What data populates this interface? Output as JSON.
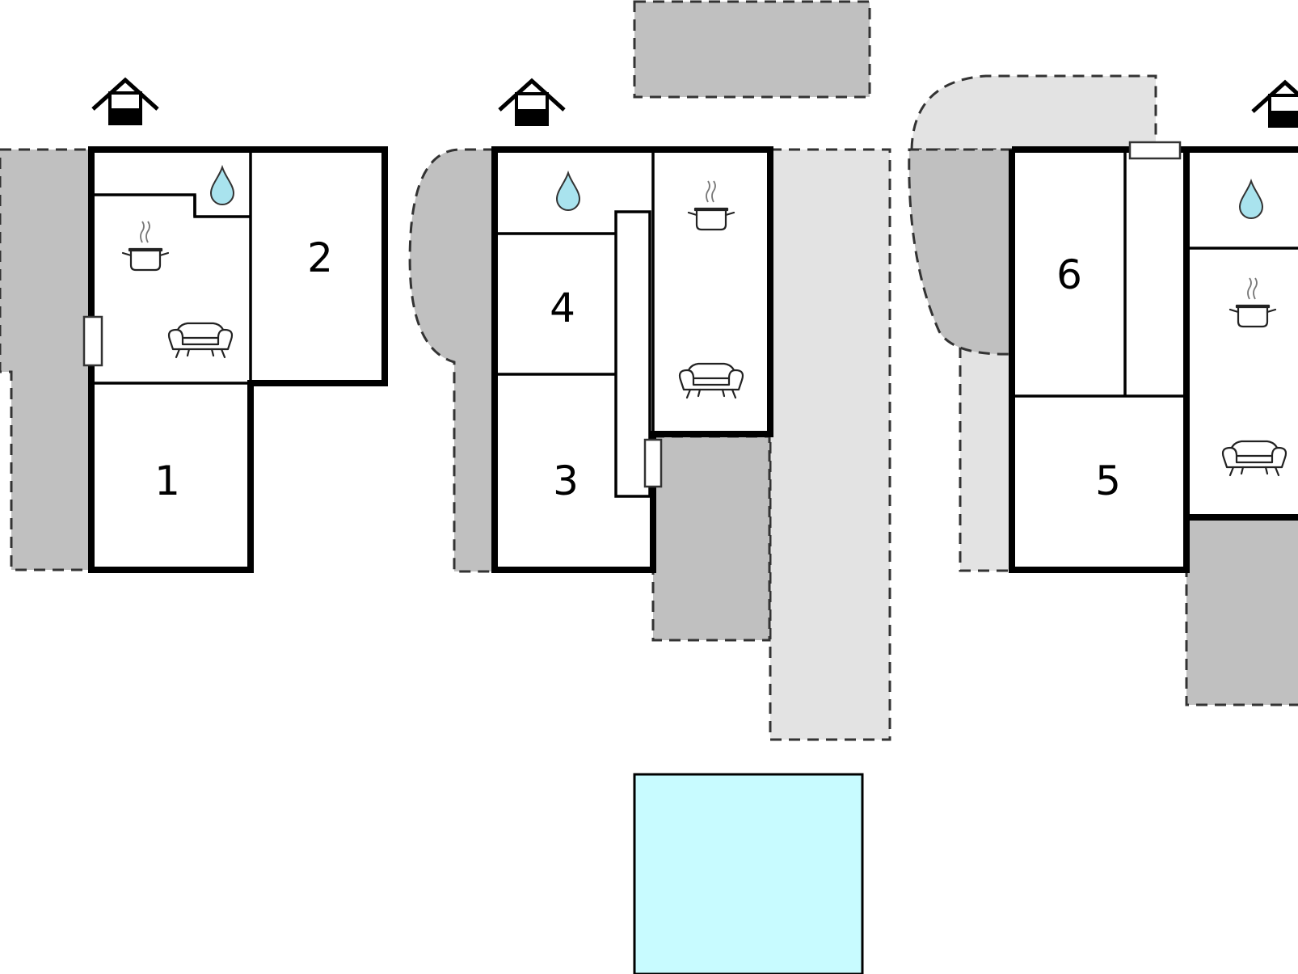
{
  "rooms": {
    "room_1": "1",
    "room_2": "2",
    "room_3": "3",
    "room_4": "4",
    "room_5": "5",
    "room_6": "6"
  },
  "icons": {
    "entrance": "entrance-house-icon",
    "bathroom": "water-drop-icon",
    "kitchen": "cooking-pot-icon",
    "living": "sofa-icon",
    "pool": "pool"
  },
  "colors": {
    "terrace_dark": "#c0c0c0",
    "terrace_light": "#e3e3e3",
    "pool": "#c8fbff",
    "water_drop": "#a9e3ee"
  }
}
